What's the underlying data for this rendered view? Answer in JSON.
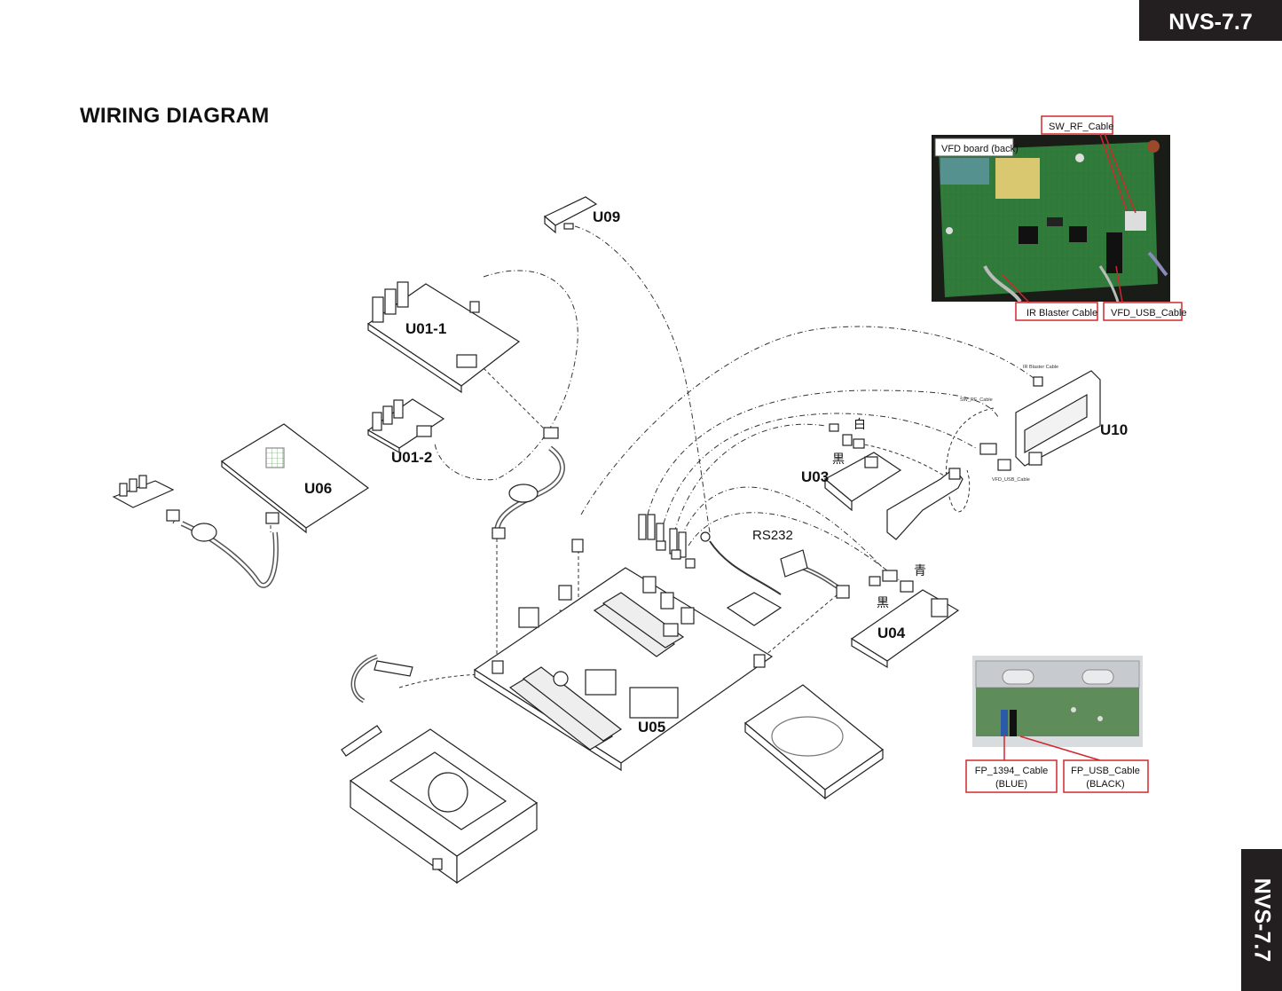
{
  "model": "NVS-7.7",
  "title": "WIRING DIAGRAM",
  "units": [
    "U09",
    "U01-1",
    "U01-2",
    "U06",
    "U05",
    "U04",
    "U03",
    "U10"
  ],
  "connectors": {
    "rs232": "RS232"
  },
  "wire_marks": {
    "white": "白",
    "black1": "黒",
    "blue": "青",
    "black2": "黒"
  },
  "small_labels": {
    "ir": "IR Blaster Cable",
    "swrf": "SW_RF_Cable",
    "vfd": "VFD_USB_Cable"
  },
  "photo1": {
    "board": "VFD board (back)",
    "callouts": [
      "SW_RF_Cable",
      "IR Blaster Cable",
      "VFD_USB_Cable"
    ]
  },
  "photo2": {
    "callouts": [
      {
        "line1": "FP_1394_ Cable",
        "line2": "(BLUE)"
      },
      {
        "line1": "FP_USB_Cable",
        "line2": "(BLACK)"
      }
    ]
  }
}
